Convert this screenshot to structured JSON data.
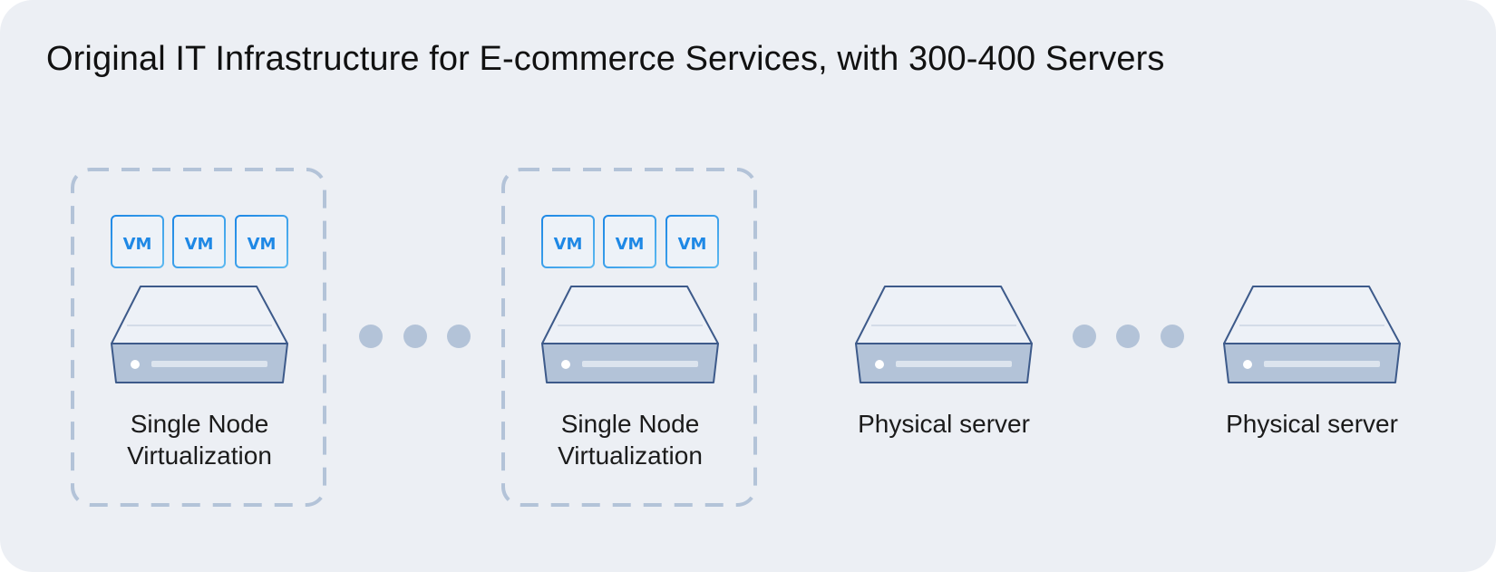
{
  "title": "Original IT Infrastructure for E-commerce Services, with 300-400 Servers",
  "nodes": [
    {
      "label_line1": "Single Node",
      "label_line2": "Virtualization",
      "vms": [
        "VM",
        "VM",
        "VM"
      ]
    },
    {
      "label_line1": "Single Node",
      "label_line2": "Virtualization",
      "vms": [
        "VM",
        "VM",
        "VM"
      ]
    },
    {
      "label": "Physical server"
    },
    {
      "label": "Physical server"
    }
  ],
  "colors": {
    "background": "#ECEFF4",
    "dashed_border": "#B3C3D8",
    "server_outline": "#3D5A8A",
    "server_body": "#B3C3D8",
    "vm_accent": "#1E88E5",
    "dots": "#B3C3D8"
  }
}
